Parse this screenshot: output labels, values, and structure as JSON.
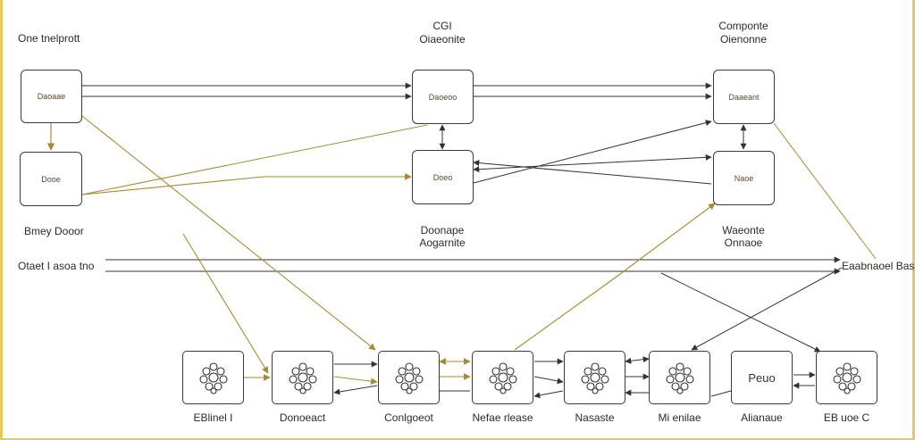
{
  "colors": {
    "accent": "#a88a2e",
    "line": "#333333",
    "frame": "#e9c85a"
  },
  "icons": {
    "node_glyph": "cluster-icon"
  },
  "headers": {
    "left": "One tnelprott",
    "mid_line1": "CGI",
    "mid_line2": "Oiaeonite",
    "right_line1": "Componte",
    "right_line2": "Oienonne"
  },
  "boxes": {
    "top_left": "Daoaae",
    "top_mid": "Daoeoo",
    "top_right": "Daaeant",
    "mid_left": "Dooe",
    "mid_mid": "Doeo",
    "mid_right": "Naoe"
  },
  "section_labels": {
    "left": "Bmey Dooor",
    "mid_line1": "Doonape",
    "mid_line2": "Aogarnite",
    "right_line1": "Waeonte",
    "right_line2": "Onnaoe"
  },
  "bus": {
    "left_label": "Otaet I asoa tno",
    "right_label": "Eaabnaoel Bas"
  },
  "nodes": [
    {
      "label": "EBlinel I"
    },
    {
      "label": "Donoeact"
    },
    {
      "label": "Conlgoeot"
    },
    {
      "label": "Nefae rlease"
    },
    {
      "label": "Nasaste"
    },
    {
      "label": "Mi enilae"
    },
    {
      "label": "Alianaue",
      "text": "Peuo"
    },
    {
      "label": "EB uoe C"
    }
  ]
}
